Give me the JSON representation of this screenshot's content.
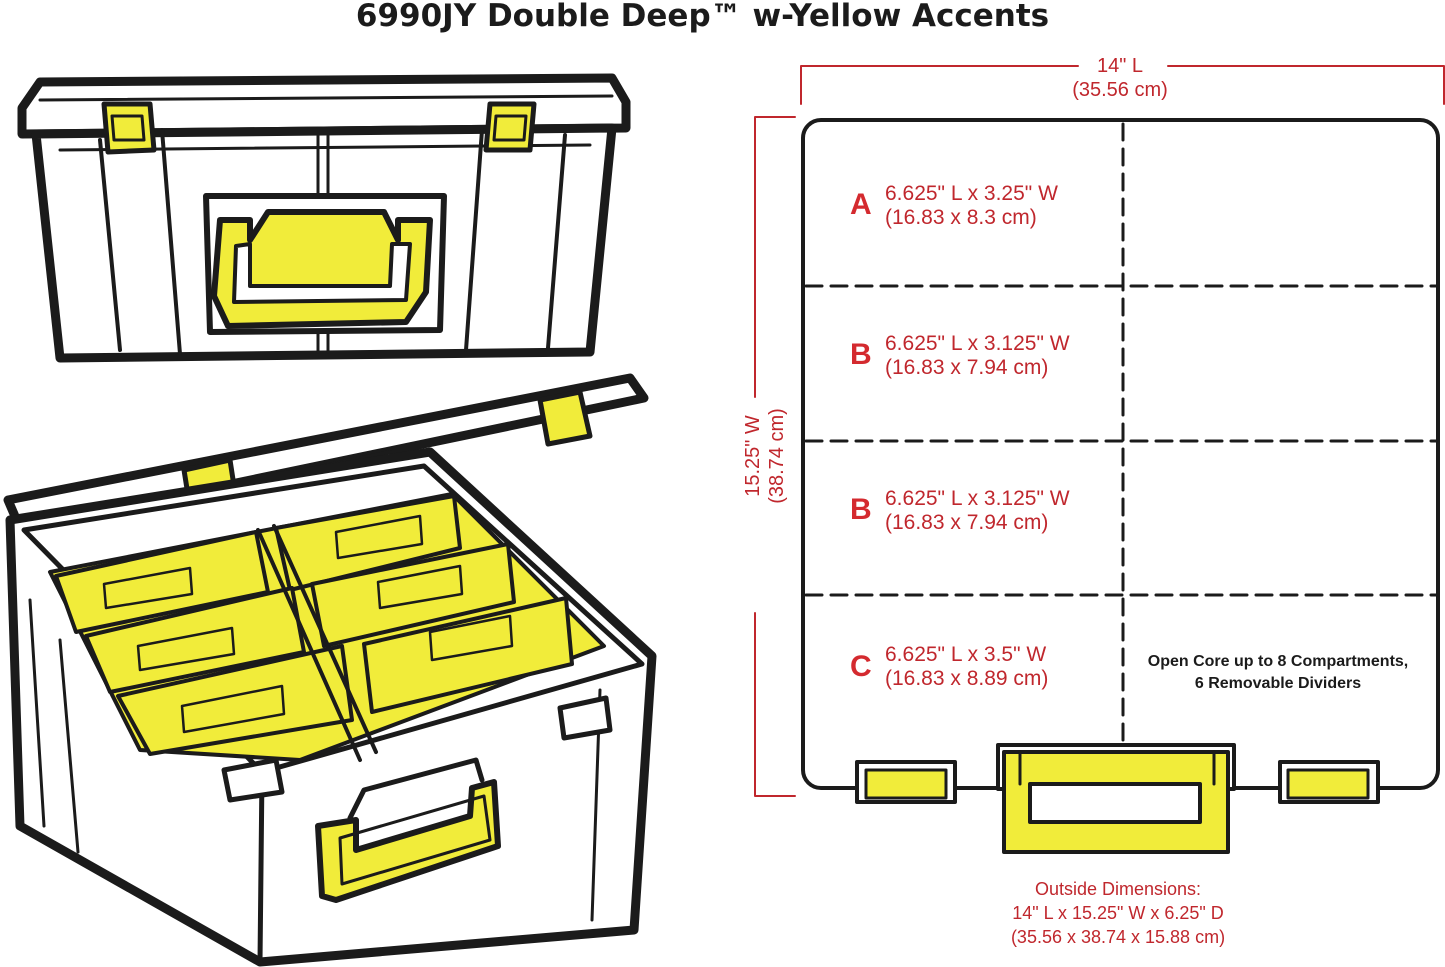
{
  "title": "6990JY Double Deep™ w-Yellow Accents",
  "colors": {
    "accent_yellow": "#f1ec3a",
    "dim_red": "#c0272d",
    "outline": "#1b1b1b"
  },
  "dimensions": {
    "length": {
      "imperial": "14\" L",
      "metric": "(35.56 cm)"
    },
    "width": {
      "imperial": "15.25\" W",
      "metric": "(38.74 cm)"
    }
  },
  "compartments": [
    {
      "letter": "A",
      "size": "6.625\" L x 3.25\" W",
      "metric": "(16.83 x 8.3 cm)"
    },
    {
      "letter": "B",
      "size": "6.625\" L x 3.125\" W",
      "metric": "(16.83 x 7.94 cm)"
    },
    {
      "letter": "B",
      "size": "6.625\" L x 3.125\" W",
      "metric": "(16.83 x 7.94 cm)"
    },
    {
      "letter": "C",
      "size": "6.625\" L x 3.5\" W",
      "metric": "(16.83 x 8.89 cm)"
    }
  ],
  "core_note": {
    "line1": "Open Core up to 8 Compartments,",
    "line2": "6 Removable Dividers"
  },
  "outside": {
    "heading": "Outside Dimensions:",
    "imperial": "14\" L x 15.25\" W x 6.25\" D",
    "metric": "(35.56 x 38.74 x 15.88 cm)"
  }
}
